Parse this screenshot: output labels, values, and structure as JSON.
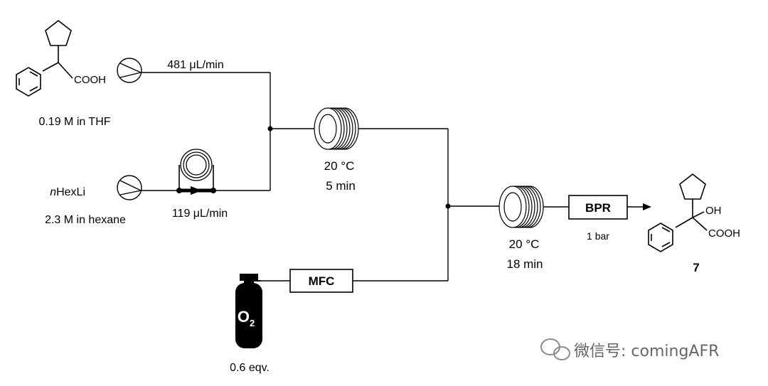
{
  "reagents": {
    "acid": {
      "group": "COOH",
      "concentration": "0.19 M in THF",
      "flow_rate": "481 μL/min"
    },
    "base": {
      "name_prefix": "n",
      "name": "HexLi",
      "concentration": "2.3 M in hexane",
      "flow_rate": "119 μL/min"
    },
    "oxygen": {
      "formula": "O",
      "subscript": "2",
      "amount": "0.6 eqv."
    }
  },
  "reactor1": {
    "temperature": "20 °C",
    "time": "5 min"
  },
  "reactor2": {
    "temperature": "20 °C",
    "time": "18 min"
  },
  "mfc": {
    "label": "MFC"
  },
  "bpr": {
    "label": "BPR",
    "pressure": "1 bar"
  },
  "product": {
    "oh": "OH",
    "cooh": "COOH",
    "number": "7"
  },
  "watermark": {
    "text": "微信号: comingAFR"
  }
}
